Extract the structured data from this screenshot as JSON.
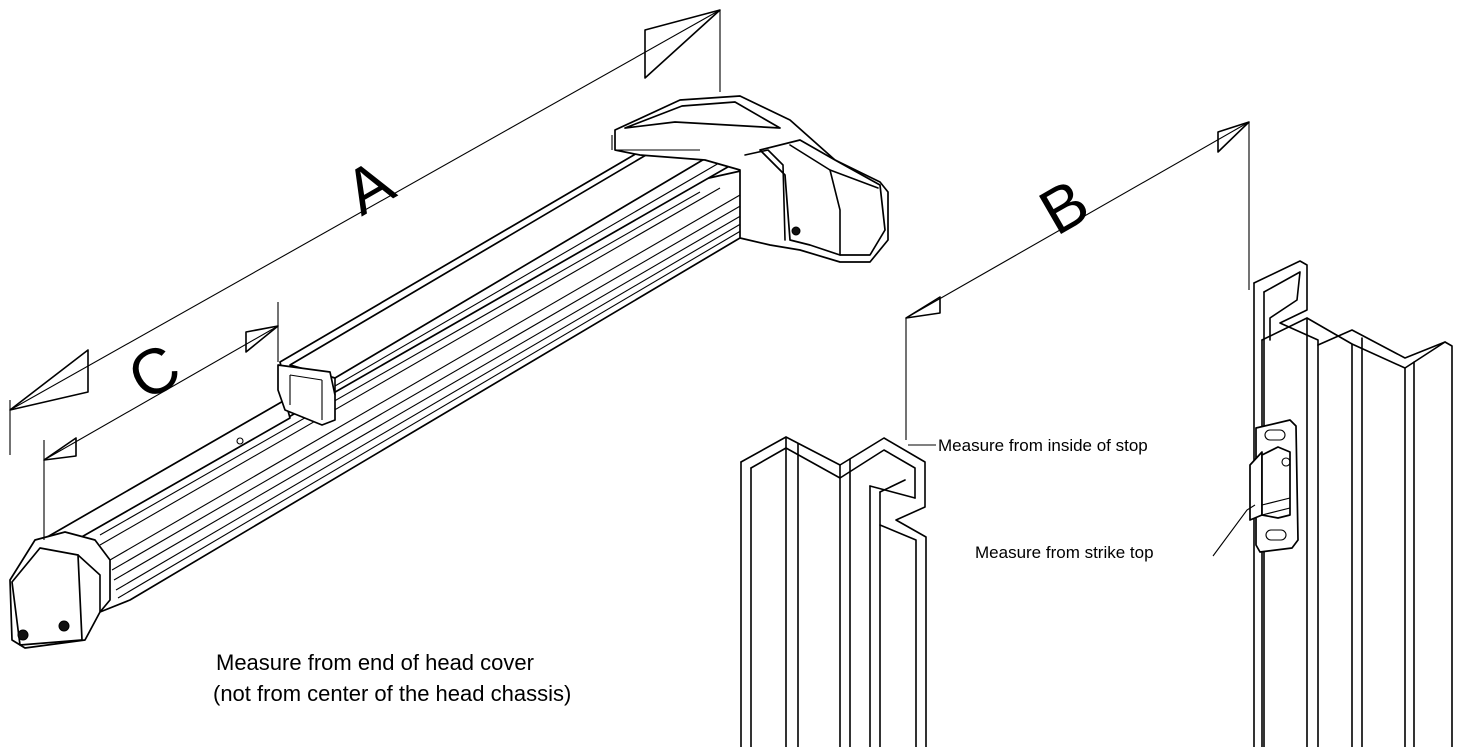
{
  "dimensions": {
    "a": "A",
    "b": "B",
    "c": "C"
  },
  "labels": {
    "stop": "Measure from inside of stop",
    "strike": "Measure from strike top",
    "note_line1": "Measure from end of head  cover",
    "note_line2": "(not from center of the head chassis)"
  }
}
